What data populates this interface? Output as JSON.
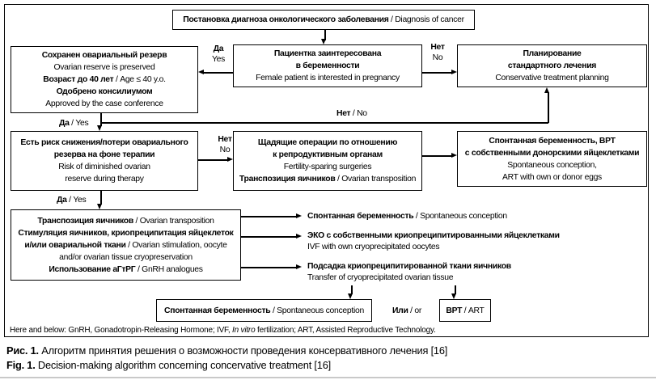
{
  "colors": {
    "line": "#000000",
    "text": "#000000",
    "bg": "#ffffff",
    "divider": "#c9c9c9"
  },
  "edges": {
    "yes_ru": "Да",
    "yes_en": "Yes",
    "yes_en_inline": " / Yes",
    "no_ru": "Нет",
    "no_en": "No",
    "no_en_inline": " / No",
    "or_ru": "Или",
    "or_en": " / or"
  },
  "flow": {
    "diagnosis": {
      "ru": "Постановка диагноза онкологического заболевания",
      "en": " / Diagnosis of cancer"
    },
    "interest": {
      "ru1": "Пациентка заинтересована",
      "ru2": "в беременности",
      "en": "Female patient is interested in pregnancy"
    },
    "reserve": {
      "ru1": "Сохранен овариальный резерв",
      "en1": "Ovarian reserve is preserved",
      "ru2": "Возраст до 40 лет",
      "en2": " / Age ≤ 40 y.o.",
      "ru3": "Одобрено консилиумом",
      "en3": "Approved by the case conference"
    },
    "standard": {
      "ru1": "Планирование",
      "ru2": "стандартного лечения",
      "en": "Conservative treatment planning"
    },
    "risk": {
      "ru1": "Есть риск снижения/потери овариального",
      "ru2": "резерва на фоне терапии",
      "en1": "Risk of diminished ovarian",
      "en2": "reserve during therapy"
    },
    "sparing": {
      "ru1": "Щадящие операции по отношению",
      "ru2": "к репродуктивным органам",
      "en1": "Fertility-sparing surgeries",
      "ru3": "Транспозиция яичников",
      "en3": " / Ovarian transposition"
    },
    "spont_art": {
      "ru1": "Спонтанная беременность, ВРТ",
      "ru2": "с собственными донорскими яйцеклетками",
      "en1": "Spontaneous conception,",
      "en2": "ART with own or donor eggs"
    },
    "options": {
      "ru1": "Транспозиция яичников",
      "en1": " / Ovarian transposition",
      "ru2": "Стимуляция яичников, криопреципитация яйцеклеток",
      "ru3": "и/или овариальной ткани",
      "en3": " / Ovarian stimulation, oocyte",
      "en4": "and/or ovarian tissue cryopreservation",
      "ru5": "Использование аГтРГ",
      "en5": " / GnRH analogues"
    },
    "out_spont": {
      "ru": "Спонтанная беременность",
      "en": " / Spontaneous conception"
    },
    "out_ivf": {
      "ru": "ЭКО с собственными криопреципитированными яйцеклетками",
      "en": "IVF with own cryoprecipitated oocytes"
    },
    "out_tissue": {
      "ru": "Подсадка криопреципитированной ткани яичников",
      "en": "Transfer of cryoprecipitated ovarian tissue"
    },
    "final_spont": {
      "ru": "Спонтанная беременность",
      "en": " / Spontaneous conception"
    },
    "final_art": {
      "ru": "ВРТ",
      "en": " / ART"
    }
  },
  "footnote": {
    "pre": "Here and below: GnRH, Gonadotropin-Releasing Hormone; IVF, ",
    "italic": "In vitro",
    "post": " fertilization; ART, Assisted Reproductive Technology."
  },
  "captions": {
    "ru_label": "Рис. 1.",
    "ru_text": " Алгоритм принятия решения о возможности проведения консервативного лечения [16]",
    "en_label": "Fig. 1.",
    "en_text": " Decision-making algorithm concerning concervative treatment [16]"
  }
}
